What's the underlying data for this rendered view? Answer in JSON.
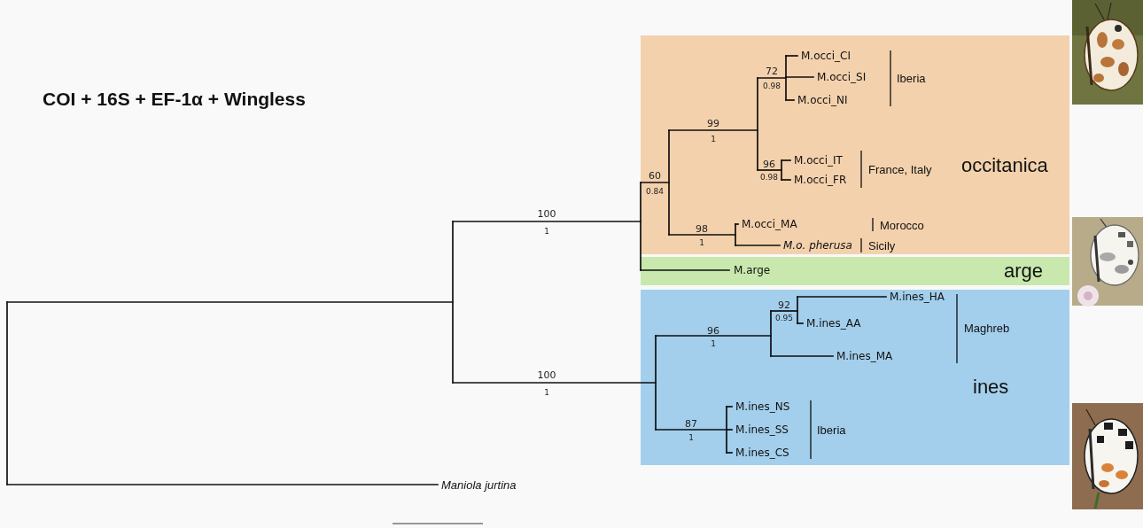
{
  "diagram": {
    "title": "COI + 16S + EF-1α + Wingless",
    "nodes": [
      {
        "text": [
          "occitanica"
        ]
      },
      {
        "text": [
          "arge"
        ]
      },
      {
        "text": [
          "ines"
        ]
      }
    ],
    "labels": [
      "100",
      "1",
      "60",
      "0.84",
      "99",
      "1",
      "72",
      "0.98",
      "M.occi_CI",
      "M.occi_SI",
      "M.occi_NI",
      "Iberia",
      "96",
      "0.98",
      "M.occi_IT",
      "M.occi_FR",
      "France, Italy",
      "98",
      "1",
      "M.occi_MA",
      "Morocco",
      "M.o. pherusa",
      "Sicily",
      "M.arge",
      "100",
      "1",
      "92",
      "0.95",
      "M.ines_HA",
      "M.ines_AA",
      "96",
      "1",
      "M.ines_MA",
      "Maghreb",
      "M.ines_NS",
      "M.ines_SS",
      "M.ines_CS",
      "87",
      "1",
      "Iberia",
      "Maniola jurtina"
    ]
  }
}
